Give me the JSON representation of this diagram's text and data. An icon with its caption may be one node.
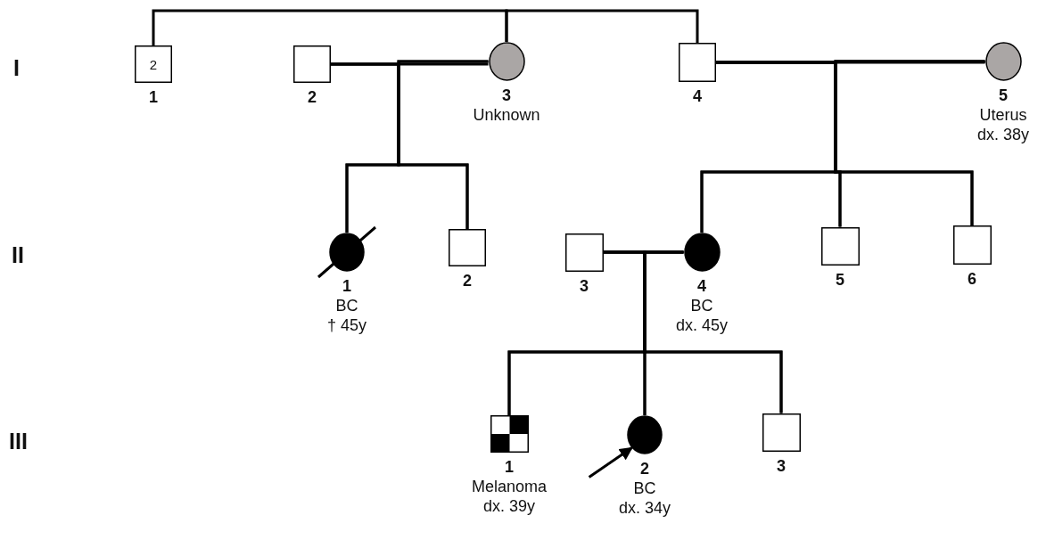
{
  "diagram": {
    "nodes": [
      {
        "text": [
          "2"
        ],
        "beside": [
          "1"
        ]
      },
      {
        "text": [],
        "shape": "box",
        "beside": [
          "2"
        ]
      },
      {
        "text": [],
        "shape": "circle",
        "beside": [
          "3",
          "Unknown"
        ]
      },
      {
        "text": [],
        "shape": "box",
        "beside": [
          "4"
        ]
      },
      {
        "text": [],
        "shape": "circle",
        "beside": [
          "5",
          "Uterus",
          "dx. 38y"
        ]
      },
      {
        "text": [],
        "shape": "circle",
        "beside": [
          "1",
          "BC",
          "† 45y"
        ]
      },
      {
        "text": [],
        "shape": "box",
        "beside": [
          "2"
        ]
      },
      {
        "text": [],
        "shape": "box",
        "beside": [
          "3"
        ]
      },
      {
        "text": [],
        "shape": "circle",
        "beside": [
          "4",
          "BC",
          "dx. 45y"
        ]
      },
      {
        "text": [],
        "shape": "box",
        "beside": [
          "5"
        ]
      },
      {
        "text": [],
        "shape": "box",
        "beside": [
          "6"
        ]
      },
      {
        "text": [],
        "shape": "box",
        "beside": [
          "1",
          "Melanoma",
          "dx. 39y"
        ]
      },
      {
        "text": [],
        "shape": "circle",
        "beside": [
          "2",
          "BC",
          "dx. 34y"
        ]
      },
      {
        "text": [],
        "shape": "box",
        "beside": [
          "3"
        ]
      }
    ],
    "edges": [
      {
        "from": 0,
        "to": 2,
        "arrow": "none"
      },
      {
        "from": 2,
        "to": 3,
        "arrow": "none"
      },
      {
        "from": 1,
        "to": 2,
        "arrow": "none"
      },
      {
        "from": 3,
        "to": 4,
        "arrow": "none"
      },
      {
        "from": 1,
        "to": 5,
        "arrow": "none"
      },
      {
        "from": 1,
        "to": 6,
        "arrow": "none"
      },
      {
        "from": 2,
        "to": 5,
        "arrow": "none"
      },
      {
        "from": 2,
        "to": 6,
        "arrow": "none"
      },
      {
        "from": 3,
        "to": 8,
        "arrow": "none"
      },
      {
        "from": 3,
        "to": 9,
        "arrow": "none"
      },
      {
        "from": 3,
        "to": 10,
        "arrow": "none"
      },
      {
        "from": 4,
        "to": 8,
        "arrow": "none"
      },
      {
        "from": 4,
        "to": 9,
        "arrow": "none"
      },
      {
        "from": 4,
        "to": 10,
        "arrow": "none"
      },
      {
        "from": 7,
        "to": 8,
        "arrow": "none"
      },
      {
        "from": 7,
        "to": 11,
        "arrow": "none"
      },
      {
        "from": 7,
        "to": 12,
        "arrow": "none"
      },
      {
        "from": 7,
        "to": 13,
        "arrow": "none"
      },
      {
        "from": 8,
        "to": 11,
        "arrow": "none"
      },
      {
        "from": 8,
        "to": 12,
        "arrow": "none"
      },
      {
        "from": 8,
        "to": 13,
        "arrow": "none"
      },
      {
        "from": null,
        "to": 12,
        "arrow": "to"
      }
    ],
    "labels": [
      "I",
      "II",
      "III"
    ]
  }
}
